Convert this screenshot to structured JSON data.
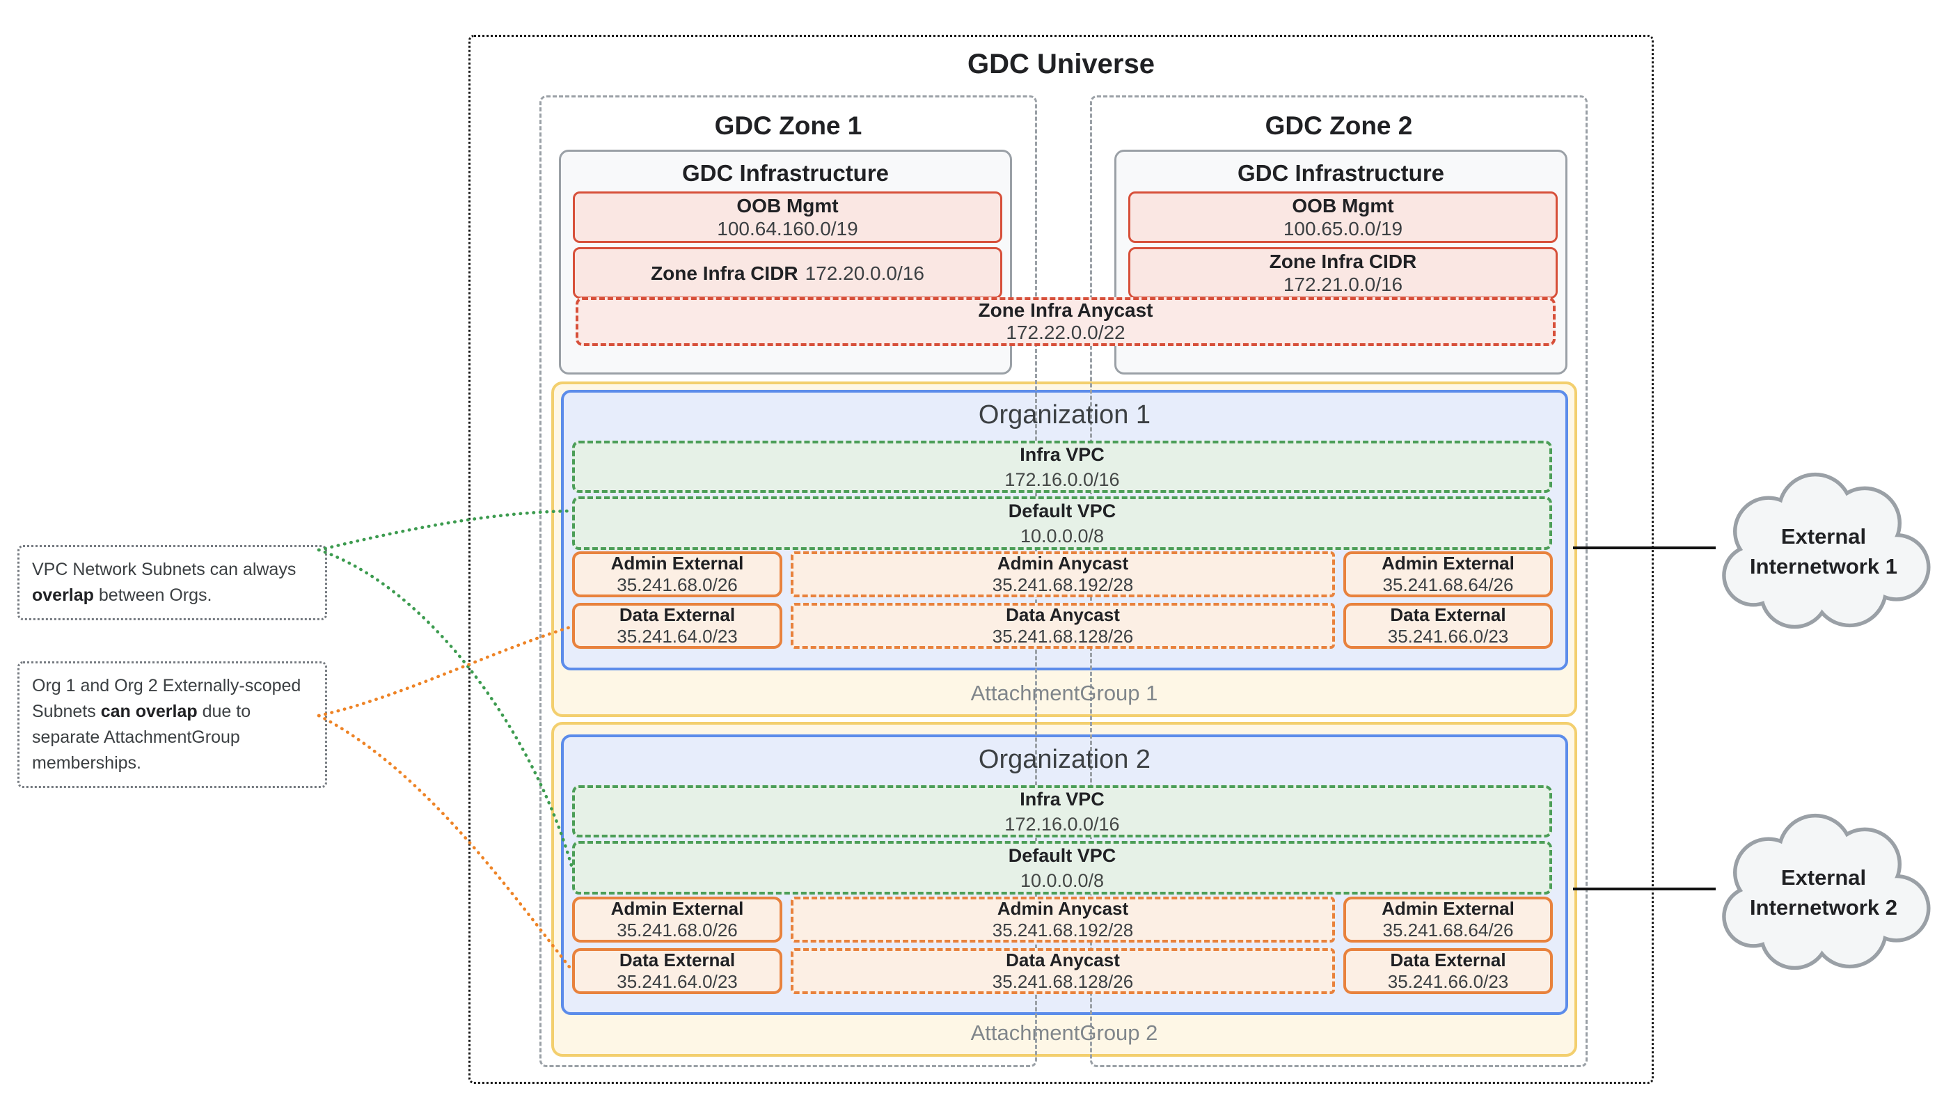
{
  "universe": {
    "title": "GDC Universe"
  },
  "zones": [
    {
      "title": "GDC Zone 1",
      "infra": {
        "title": "GDC Infrastructure",
        "oob": {
          "label": "OOB Mgmt",
          "cidr": "100.64.160.0/19"
        },
        "zone_cidr": {
          "label": "Zone Infra CIDR",
          "cidr": "172.20.0.0/16"
        }
      }
    },
    {
      "title": "GDC Zone 2",
      "infra": {
        "title": "GDC Infrastructure",
        "oob": {
          "label": "OOB Mgmt",
          "cidr": "100.65.0.0/19"
        },
        "zone_cidr": {
          "label": "Zone Infra CIDR",
          "cidr": "172.21.0.0/16"
        }
      }
    }
  ],
  "anycast": {
    "label": "Zone Infra Anycast",
    "cidr": "172.22.0.0/22"
  },
  "organizations": [
    {
      "title": "Organization 1",
      "attachment_group": "AttachmentGroup 1",
      "vpcs": [
        {
          "label": "Infra VPC",
          "cidr": "172.16.0.0/16"
        },
        {
          "label": "Default VPC",
          "cidr": "10.0.0.0/8"
        }
      ],
      "subnet_rows": [
        {
          "cells": [
            {
              "label": "Admin External",
              "cidr": "35.241.68.0/26",
              "style": "solid"
            },
            {
              "label": "Admin Anycast",
              "cidr": "35.241.68.192/28",
              "style": "dashed"
            },
            {
              "label": "Admin External",
              "cidr": "35.241.68.64/26",
              "style": "solid"
            }
          ]
        },
        {
          "cells": [
            {
              "label": "Data External",
              "cidr": "35.241.64.0/23",
              "style": "solid"
            },
            {
              "label": "Data Anycast",
              "cidr": "35.241.68.128/26",
              "style": "dashed"
            },
            {
              "label": "Data External",
              "cidr": "35.241.66.0/23",
              "style": "solid"
            }
          ]
        }
      ]
    },
    {
      "title": "Organization 2",
      "attachment_group": "AttachmentGroup 2",
      "vpcs": [
        {
          "label": "Infra VPC",
          "cidr": "172.16.0.0/16"
        },
        {
          "label": "Default VPC",
          "cidr": "10.0.0.0/8"
        }
      ],
      "subnet_rows": [
        {
          "cells": [
            {
              "label": "Admin External",
              "cidr": "35.241.68.0/26",
              "style": "solid"
            },
            {
              "label": "Admin Anycast",
              "cidr": "35.241.68.192/28",
              "style": "dashed"
            },
            {
              "label": "Admin External",
              "cidr": "35.241.68.64/26",
              "style": "solid"
            }
          ]
        },
        {
          "cells": [
            {
              "label": "Data External",
              "cidr": "35.241.64.0/23",
              "style": "solid"
            },
            {
              "label": "Data Anycast",
              "cidr": "35.241.68.128/26",
              "style": "dashed"
            },
            {
              "label": "Data External",
              "cidr": "35.241.66.0/23",
              "style": "solid"
            }
          ]
        }
      ]
    }
  ],
  "annotations": [
    {
      "segments": [
        {
          "text": "VPC Network Subnets can always ",
          "bold": false
        },
        {
          "text": "overlap",
          "bold": true
        },
        {
          "text": " between Orgs.",
          "bold": false
        }
      ]
    },
    {
      "segments": [
        {
          "text": "Org 1 and Org 2 Externally-scoped Subnets ",
          "bold": false
        },
        {
          "text": "can overlap",
          "bold": true
        },
        {
          "text": " due to separate AttachmentGroup memberships.",
          "bold": false
        }
      ]
    }
  ],
  "clouds": [
    {
      "line1": "External",
      "line2": "Internetwork 1"
    },
    {
      "line1": "External",
      "line2": "Internetwork 2"
    }
  ],
  "colors": {
    "red_border": "#d7503a",
    "red_fill": "#fae7e3",
    "green_border": "#4c9e58",
    "green_fill": "#e6f1e7",
    "orange_border": "#e8823d",
    "orange_fill": "#fcefe4",
    "blue_border": "#5c8cea",
    "blue_fill": "#e7edfb",
    "yellow_border": "#f3cf6e",
    "yellow_fill": "#fef7e6",
    "gray_border": "#9aa0a6",
    "note_curve_green": "#3c9b4f",
    "note_curve_orange": "#ee8325"
  }
}
